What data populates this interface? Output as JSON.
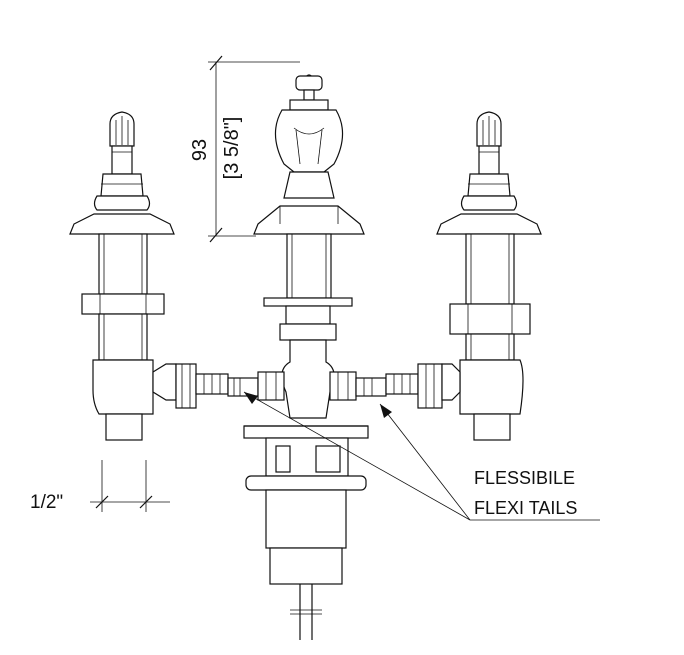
{
  "dimensions": {
    "height_mm": "93",
    "height_in": "[3 5/8\"]",
    "connection_size": "1/2\""
  },
  "callout": {
    "line1": "FLESSIBILE",
    "line2": "FLEXI TAILS"
  },
  "colors": {
    "line": "#111111",
    "background": "#ffffff"
  }
}
